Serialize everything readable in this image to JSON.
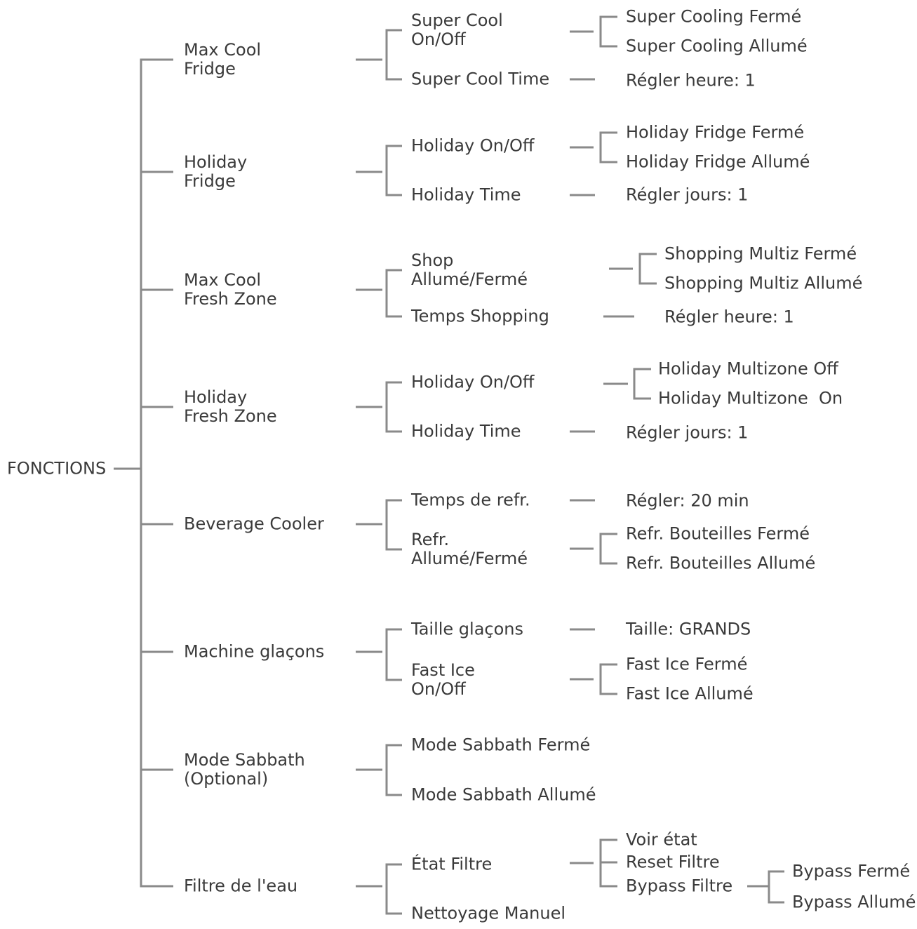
{
  "root": "FONCTIONS",
  "functions": [
    {
      "label": [
        "Max Cool",
        "Fridge"
      ],
      "options": [
        {
          "label": [
            "Super Cool",
            "On/Off"
          ],
          "values": [
            "Super Cooling Fermé",
            "Super Cooling Allumé"
          ]
        },
        {
          "label": [
            "Super Cool Time"
          ],
          "values": [
            "Régler heure: 1"
          ]
        }
      ]
    },
    {
      "label": [
        "Holiday",
        "Fridge"
      ],
      "options": [
        {
          "label": [
            "Holiday On/Off"
          ],
          "values": [
            "Holiday Fridge Fermé",
            "Holiday Fridge Allumé"
          ]
        },
        {
          "label": [
            "Holiday Time"
          ],
          "values": [
            "Régler jours: 1"
          ]
        }
      ]
    },
    {
      "label": [
        "Max Cool",
        "Fresh Zone"
      ],
      "options": [
        {
          "label": [
            "Shop",
            "Allumé/Fermé"
          ],
          "values": [
            "Shopping Multiz Fermé",
            "Shopping Multiz Allumé"
          ]
        },
        {
          "label": [
            "Temps Shopping"
          ],
          "values": [
            "Régler heure: 1"
          ]
        }
      ]
    },
    {
      "label": [
        "Holiday",
        "Fresh Zone"
      ],
      "options": [
        {
          "label": [
            "Holiday On/Off"
          ],
          "values": [
            "Holiday Multizone Off",
            "Holiday Multizone  On"
          ]
        },
        {
          "label": [
            "Holiday Time"
          ],
          "values": [
            "Régler jours: 1"
          ]
        }
      ]
    },
    {
      "label": [
        "Beverage Cooler"
      ],
      "options": [
        {
          "label": [
            "Temps de refr."
          ],
          "values": [
            "Régler: 20 min"
          ]
        },
        {
          "label": [
            "Refr.",
            "Allumé/Fermé"
          ],
          "values": [
            "Refr. Bouteilles Fermé",
            "Refr. Bouteilles Allumé"
          ]
        }
      ]
    },
    {
      "label": [
        "Machine glaçons"
      ],
      "options": [
        {
          "label": [
            "Taille glaçons"
          ],
          "values": [
            "Taille: GRANDS"
          ]
        },
        {
          "label": [
            "Fast Ice",
            "On/Off"
          ],
          "values": [
            "Fast Ice Fermé",
            "Fast Ice Allumé"
          ]
        }
      ]
    },
    {
      "label": [
        "Mode Sabbath",
        "(Optional)"
      ],
      "options": [
        {
          "label": [
            "Mode Sabbath Fermé"
          ],
          "values": []
        },
        {
          "label": [
            "Mode Sabbath Allumé"
          ],
          "values": []
        }
      ]
    },
    {
      "label": [
        "Filtre de l'eau"
      ],
      "options": [
        {
          "label": [
            "État Filtre"
          ],
          "values": [
            "Voir état",
            "Reset Filtre",
            "Bypass Filtre"
          ],
          "sub": [
            "Bypass Fermé",
            "Bypass Allumé"
          ]
        },
        {
          "label": [
            "Nettoyage Manuel"
          ],
          "values": []
        }
      ]
    }
  ]
}
